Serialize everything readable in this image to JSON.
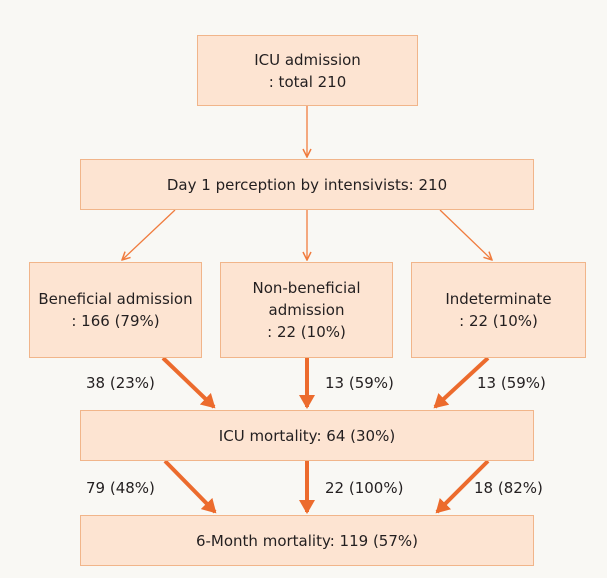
{
  "boxes": {
    "admission": {
      "line1": "ICU admission",
      "line2": ": total 210"
    },
    "perception": {
      "text": "Day 1 perception by intensivists: 210"
    },
    "beneficial": {
      "line1": "Beneficial admission",
      "line2": ": 166 (79%)"
    },
    "nonbeneficial": {
      "line1": "Non-beneficial",
      "line2": "admission",
      "line3": ": 22 (10%)"
    },
    "indeterminate": {
      "line1": "Indeterminate",
      "line2": ": 22 (10%)"
    },
    "icu_mortality": {
      "text": "ICU mortality: 64 (30%)"
    },
    "six_month_mortality": {
      "text": "6-Month mortality: 119 (57%)"
    }
  },
  "labels": {
    "beneficial_icu": "38 (23%)",
    "nonbeneficial_icu": "13 (59%)",
    "indeterminate_icu": "13 (59%)",
    "beneficial_6m": "79 (48%)",
    "nonbeneficial_6m": "22 (100%)",
    "indeterminate_6m": "18 (82%)"
  },
  "colors": {
    "box_fill": "#fde4d2",
    "box_border": "#f1b58a",
    "thin_arrow": "#f07c3e",
    "thick_arrow": "#ec6b2d"
  }
}
